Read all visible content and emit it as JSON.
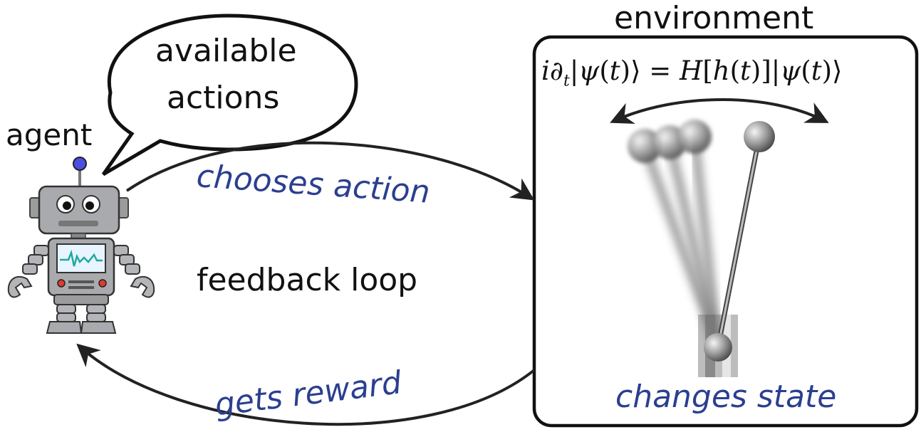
{
  "bubble": {
    "line1": "available",
    "line2": "actions"
  },
  "agent": {
    "label": "agent"
  },
  "environment": {
    "label": "environment",
    "equation": {
      "i": "i",
      "partial": "∂",
      "t_sub": "t",
      "bra_open": "|",
      "psi": "ψ",
      "paren_open": "(",
      "t": "t",
      "paren_close": ")",
      "ket_close": "⟩",
      "equals": "=",
      "H": "H",
      "bracket_open": "[",
      "h": "h",
      "bracket_close": "]"
    }
  },
  "loop": {
    "chooses_action": "chooses action",
    "feedback_loop": "feedback loop",
    "gets_reward": "gets reward",
    "changes_state": "changes state"
  },
  "colors": {
    "caption_blue": "#2b3f8f",
    "robot_gray": "#a9aaad",
    "screen_line": "#1fa8a0",
    "antenna_blue": "#4a4fe0",
    "button_red": "#e23b2b"
  }
}
